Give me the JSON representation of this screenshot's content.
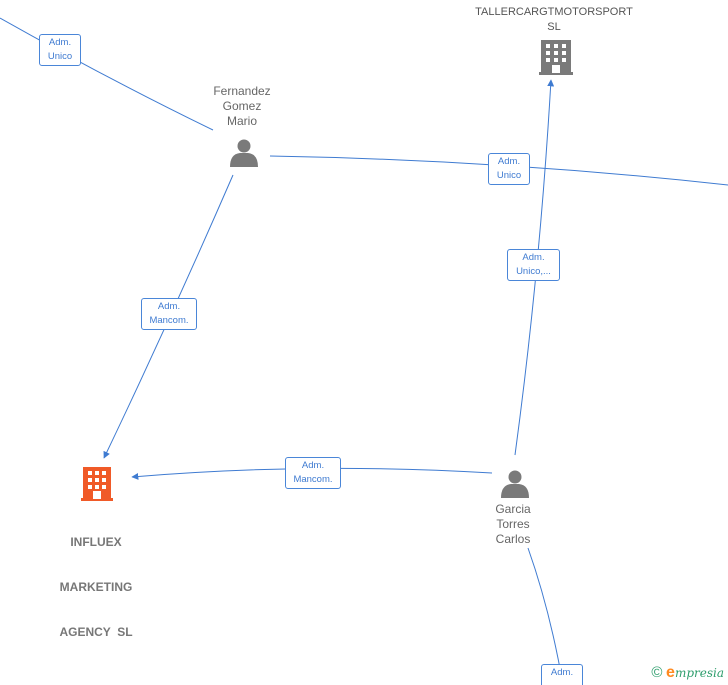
{
  "nodes": {
    "fernandez": {
      "lines": [
        "Fernandez",
        "Gomez",
        "Mario"
      ]
    },
    "tallercarg": {
      "lines": [
        "TALLERCARGTMOTORSPORT",
        "SL"
      ]
    },
    "influex": {
      "lines": [
        "INFLUEX",
        "MARKETING",
        "AGENCY  SL"
      ]
    },
    "garcia": {
      "lines": [
        "Garcia",
        "Torres",
        "Carlos"
      ]
    }
  },
  "edges": {
    "top_left": [
      "Adm.",
      "Unico"
    ],
    "fernandez_right": [
      "Adm.",
      "Unico"
    ],
    "fernandez_influex": [
      "Adm.",
      "Mancom."
    ],
    "garcia_tallercarg": [
      "Adm.",
      "Unico,..."
    ],
    "garcia_influex": [
      "Adm.",
      "Mancom."
    ],
    "bottom": [
      "Adm."
    ]
  },
  "colors": {
    "edge": "#3f7bd1",
    "person_icon": "#7a7a7a",
    "company_icon": "#7a7a7a",
    "focus_company_icon": "#f05a28"
  },
  "icons": {
    "person": "person-icon",
    "company": "building-icon"
  },
  "brand": {
    "symbol": "©",
    "initial": "e",
    "name": "mpresia"
  }
}
